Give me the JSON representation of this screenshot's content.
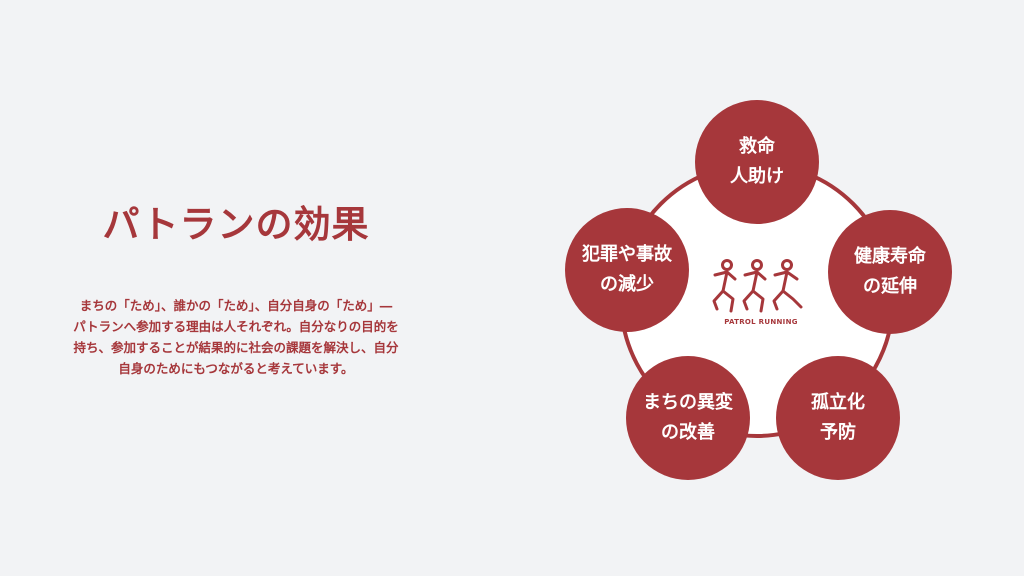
{
  "title": "パトランの効果",
  "description": [
    "まちの「ため」、誰かの「ため」、自分自身の「ため」―",
    "パトランへ参加する理由は人それぞれ。自分なりの目的を",
    "持ち、参加することが結果的に社会の課題を解決し、自分",
    "自身のためにもつながると考えています。"
  ],
  "logo_text": "PATROL RUNNING",
  "colors": {
    "accent": "#a6373b",
    "background": "#f2f3f5",
    "circle_fill": "#ffffff"
  },
  "nodes": [
    {
      "line1": "救命",
      "line2": "人助け"
    },
    {
      "line1": "健康寿命",
      "line2": "の延伸"
    },
    {
      "line1": "孤立化",
      "line2": "予防"
    },
    {
      "line1": "まちの異変",
      "line2": "の改善"
    },
    {
      "line1": "犯罪や事故",
      "line2": "の減少"
    }
  ]
}
